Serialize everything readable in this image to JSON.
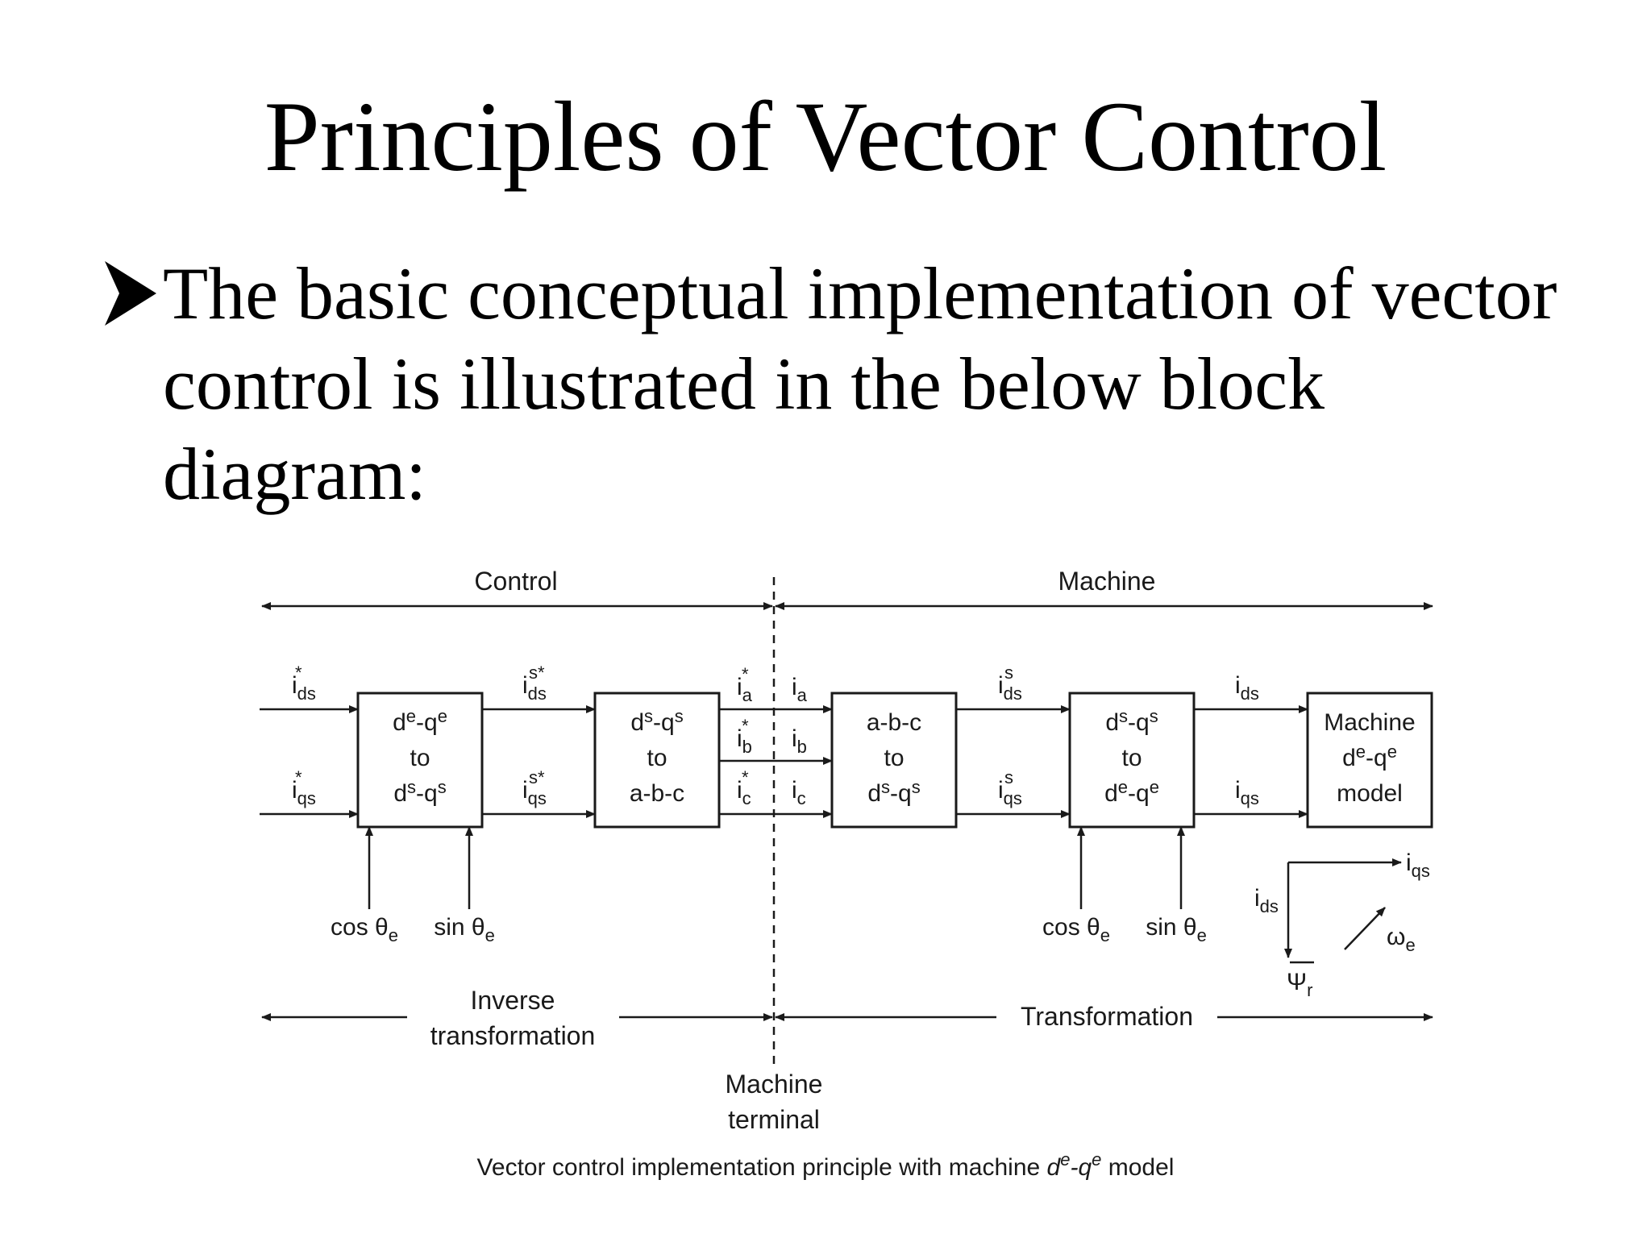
{
  "slide": {
    "title": "Principles of Vector Control",
    "bullet_text": "The basic conceptual implementation of vector control is illustrated in the below block diagram:"
  },
  "diagram": {
    "region_labels": {
      "control": "Control",
      "machine": "Machine"
    },
    "blocks": [
      {
        "line1": "d",
        "sup1": "e",
        "sep1": "-q",
        "sup2": "e",
        "line2": "to",
        "line3": "d",
        "sup3": "s",
        "sep3": "-q",
        "sup4": "s"
      },
      {
        "line1": "d",
        "sup1": "s",
        "sep1": "-q",
        "sup2": "s",
        "line2": "to",
        "line3": "a-b-c"
      },
      {
        "line1": "a-b-c",
        "line2": "to",
        "line3": "d",
        "sup3": "s",
        "sep3": "-q",
        "sup4": "s"
      },
      {
        "line1": "d",
        "sup1": "s",
        "sep1": "-q",
        "sup2": "s",
        "line2": "to",
        "line3": "d",
        "sup3": "e",
        "sep3": "-q",
        "sup4": "e"
      },
      {
        "line1": "Machine",
        "line2": "d",
        "sup2a": "e",
        "sep2": "-q",
        "sup2b": "e",
        "line3": "model"
      }
    ],
    "signals": {
      "i": "i",
      "ds": "ds",
      "qs": "qs",
      "star": "*",
      "sstar": "s*",
      "s": "s",
      "a": "a",
      "b": "b",
      "c": "c"
    },
    "trig": {
      "cos": "cos θ",
      "sin": "sin θ",
      "e": "e"
    },
    "bottom_labels": {
      "inverse_line1": "Inverse",
      "inverse_line2": "transformation",
      "transformation": "Transformation",
      "terminal_line1": "Machine",
      "terminal_line2": "terminal"
    },
    "axes": {
      "iqs_sub": "qs",
      "ids_sub": "ds",
      "psi": "Ψ",
      "psi_sub": "r",
      "omega": "ω",
      "omega_sub": "e"
    },
    "caption": {
      "before": "Vector control implementation principle with machine ",
      "d": "d",
      "sup1": "e",
      "dash": "-q",
      "sup2": "e",
      "after": " model"
    }
  }
}
